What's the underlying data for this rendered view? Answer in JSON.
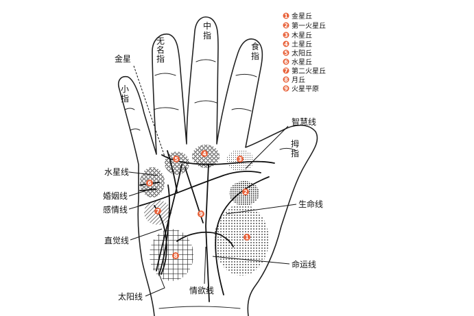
{
  "legend": [
    {
      "n": "1",
      "label": "金星丘"
    },
    {
      "n": "2",
      "label": "第一火星丘"
    },
    {
      "n": "3",
      "label": "木星丘"
    },
    {
      "n": "4",
      "label": "土星丘"
    },
    {
      "n": "5",
      "label": "太阳丘"
    },
    {
      "n": "6",
      "label": "水星丘"
    },
    {
      "n": "7",
      "label": "第二火星丘"
    },
    {
      "n": "8",
      "label": "月丘"
    },
    {
      "n": "9",
      "label": "火星平原"
    }
  ],
  "fingers": {
    "middle_1": "中",
    "middle_2": "指",
    "ring_1": "无",
    "ring_2": "名",
    "ring_3": "指",
    "index_1": "食",
    "index_2": "指",
    "little_1": "小",
    "little_2": "指",
    "thumb_1": "拇",
    "thumb_2": "指"
  },
  "labels": {
    "venus": "金星",
    "head_line": "智慧线",
    "mercury_line": "水星线",
    "marriage_line": "婚姻线",
    "heart_line": "感情线",
    "life_line": "生命线",
    "intuition_line": "直觉线",
    "fate_line": "命运线",
    "sun_line": "太阳线",
    "lust_line": "情欲线"
  },
  "colors": {
    "badge": "#e8623a",
    "ink": "#111111"
  }
}
